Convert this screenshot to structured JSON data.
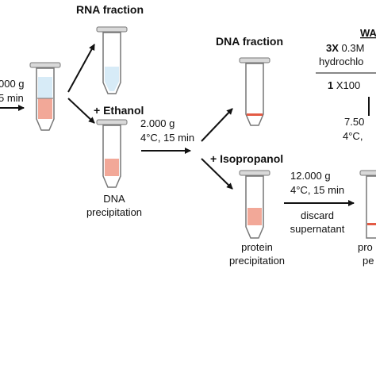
{
  "labels": {
    "spin_left_1": "000 g",
    "spin_left_2": "5 min",
    "rna_fraction": "RNA fraction",
    "plus_ethanol": "+ Ethanol",
    "spin_mid_1": "2.000 g",
    "spin_mid_2": "4°C, 15 min",
    "dna_precip_1": "DNA",
    "dna_precip_2": "precipitation",
    "dna_fraction": "DNA fraction",
    "plus_isopropanol": "+ Isopropanol",
    "spin_right_1": "12.000 g",
    "spin_right_2": "4°C, 15 min",
    "discard_1": "discard",
    "discard_2": "supernatant",
    "protein_precip_1": "protein",
    "protein_precip_2": "precipitation",
    "wash_heading": "WA",
    "wash_1_bold": "3X",
    "wash_1_rest": " 0.3M",
    "wash_2": "hydrochlo",
    "wash_3_bold": "1",
    "wash_3_rest": " X100",
    "spin_far_1": "7.50",
    "spin_far_2": "4°C,",
    "pellet_1": "pro",
    "pellet_2": "pe"
  },
  "colors": {
    "aqueous": "#d7ebf7",
    "organic": "#f2a898",
    "pellet_band": "#e35b45",
    "tube_outline": "#777777",
    "cap": "#d9d9d9",
    "arrow": "#111111"
  }
}
